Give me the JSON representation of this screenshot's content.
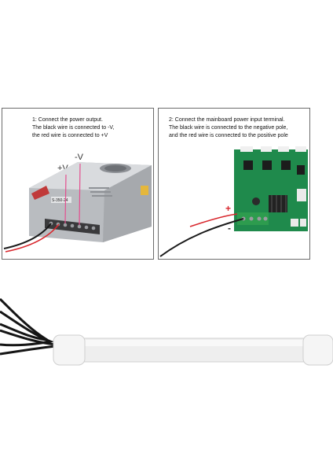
{
  "panels": {
    "left": {
      "caption": [
        "1: Connect the power output.",
        "The black wire is connected to -V,",
        "the red wire is connected to +V"
      ],
      "psu_label": "S-350-24",
      "plus_label": "+V",
      "minus_label": "-V"
    },
    "right": {
      "caption": [
        "2: Connect the mainboard power input terminal.",
        "The black wire is connected to the negative pole,",
        "and the red wire is connected to the positive pole"
      ],
      "plus_label": "+",
      "minus_label": "-"
    }
  },
  "colors": {
    "border": "#6b6b6b",
    "red_wire": "#d8262c",
    "black_wire": "#1a1a1a",
    "pcb_green": "#1f8a4c",
    "guide_pink": "#e44f8f",
    "tube": "#efefef"
  }
}
